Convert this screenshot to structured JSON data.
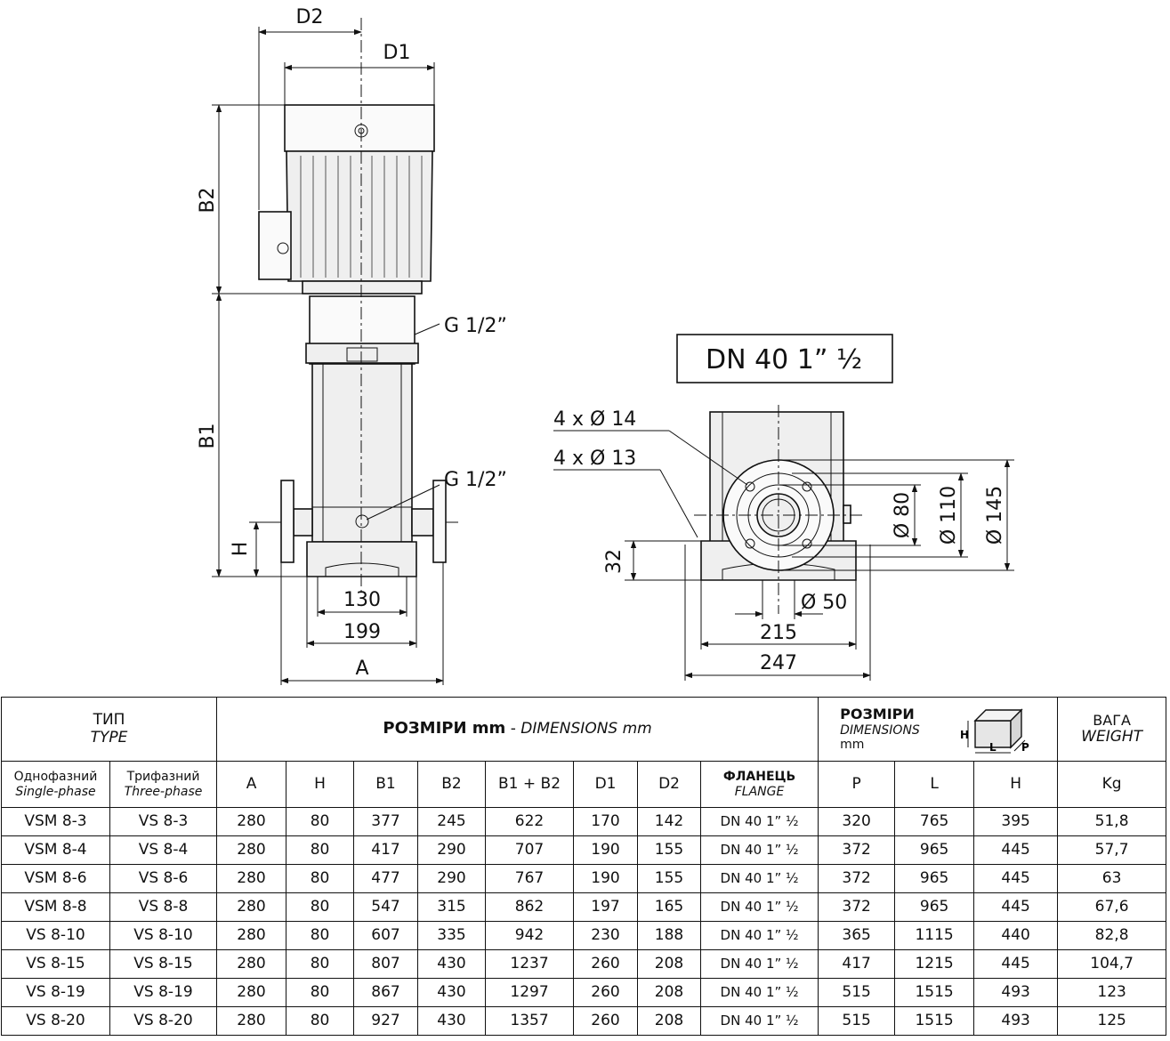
{
  "drawing": {
    "labels": {
      "d2": "D2",
      "d1": "D1",
      "b2": "B2",
      "b1": "B1",
      "h": "H",
      "a": "A",
      "g_top": "G 1/2”",
      "g_bottom": "G 1/2”",
      "dim_130": "130",
      "dim_199": "199",
      "flange_title": "DN 40 1” ½",
      "holes_14": "4 x Ø 14",
      "holes_13": "4 x Ø 13",
      "dim_32": "32",
      "dia_80": "Ø 80",
      "dia_110": "Ø 110",
      "dia_145": "Ø 145",
      "dia_50": "Ø 50",
      "dim_215": "215",
      "dim_247": "247"
    }
  },
  "table": {
    "header": {
      "type_ua": "ТИП",
      "type_en": "TYPE",
      "dims_ua": "РОЗМІРИ mm",
      "dims_sep": " - ",
      "dims_en": "DIMENSIONS mm",
      "pack_ua": "РОЗМІРИ",
      "pack_en": "DIMENSIONS",
      "pack_unit": "mm",
      "box_h": "H",
      "box_l": "L",
      "box_p": "P",
      "weight_ua": "ВАГА",
      "weight_en": "WEIGHT",
      "single_ua": "Однофазний",
      "single_en": "Single-phase",
      "three_ua": "Трифазний",
      "three_en": "Three-phase",
      "col_a": "A",
      "col_h": "H",
      "col_b1": "B1",
      "col_b2": "B2",
      "col_b1b2": "B1 + B2",
      "col_d1": "D1",
      "col_d2": "D2",
      "flange_ua": "ФЛАНЕЦЬ",
      "flange_en": "FLANGE",
      "col_p": "P",
      "col_l": "L",
      "col_hh": "H",
      "col_kg": "Kg"
    },
    "rows": [
      [
        "VSM 8-3",
        "VS 8-3",
        "280",
        "80",
        "377",
        "245",
        "622",
        "170",
        "142",
        "DN 40 1” ½",
        "320",
        "765",
        "395",
        "51,8"
      ],
      [
        "VSM 8-4",
        "VS 8-4",
        "280",
        "80",
        "417",
        "290",
        "707",
        "190",
        "155",
        "DN 40 1” ½",
        "372",
        "965",
        "445",
        "57,7"
      ],
      [
        "VSM 8-6",
        "VS 8-6",
        "280",
        "80",
        "477",
        "290",
        "767",
        "190",
        "155",
        "DN 40 1” ½",
        "372",
        "965",
        "445",
        "63"
      ],
      [
        "VSM 8-8",
        "VS 8-8",
        "280",
        "80",
        "547",
        "315",
        "862",
        "197",
        "165",
        "DN 40 1” ½",
        "372",
        "965",
        "445",
        "67,6"
      ],
      [
        "VS 8-10",
        "VS 8-10",
        "280",
        "80",
        "607",
        "335",
        "942",
        "230",
        "188",
        "DN 40 1” ½",
        "365",
        "1115",
        "440",
        "82,8"
      ],
      [
        "VS 8-15",
        "VS 8-15",
        "280",
        "80",
        "807",
        "430",
        "1237",
        "260",
        "208",
        "DN 40 1” ½",
        "417",
        "1215",
        "445",
        "104,7"
      ],
      [
        "VS 8-19",
        "VS 8-19",
        "280",
        "80",
        "867",
        "430",
        "1297",
        "260",
        "208",
        "DN 40 1” ½",
        "515",
        "1515",
        "493",
        "123"
      ],
      [
        "VS 8-20",
        "VS 8-20",
        "280",
        "80",
        "927",
        "430",
        "1357",
        "260",
        "208",
        "DN 40 1” ½",
        "515",
        "1515",
        "493",
        "125"
      ]
    ]
  }
}
